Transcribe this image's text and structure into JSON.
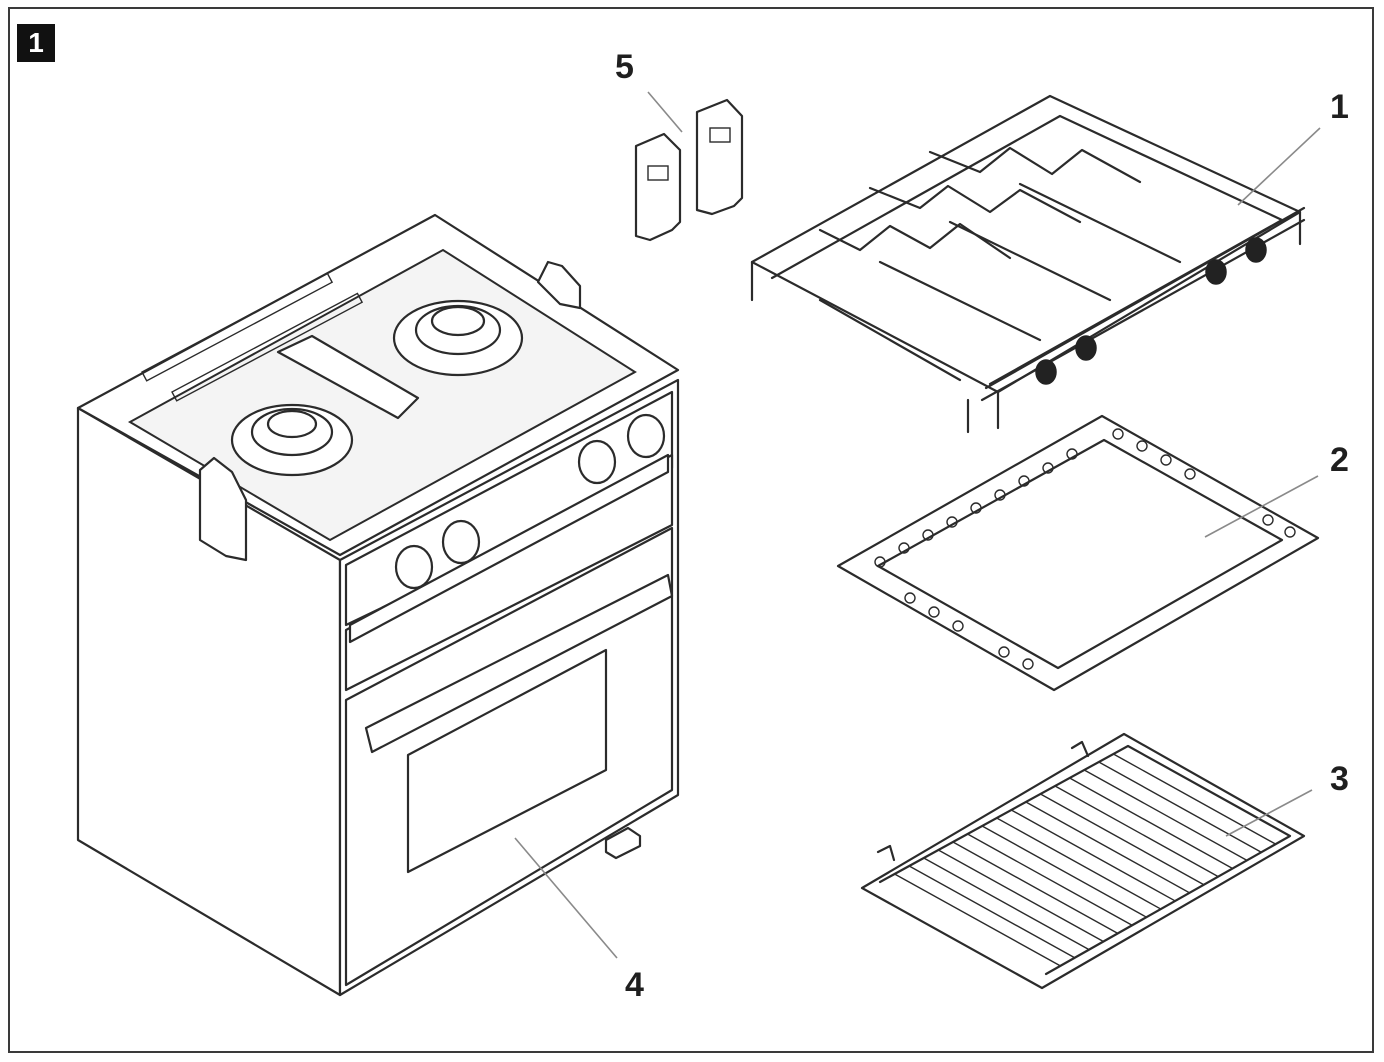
{
  "figure": {
    "number": "1"
  },
  "callouts": [
    {
      "id": "1",
      "label": "1",
      "part": "pot-holder-rail"
    },
    {
      "id": "2",
      "label": "2",
      "part": "drip-tray"
    },
    {
      "id": "3",
      "label": "3",
      "part": "oven-grid-shelf"
    },
    {
      "id": "4",
      "label": "4",
      "part": "oven-door"
    },
    {
      "id": "5",
      "label": "5",
      "part": "mounting-brackets"
    }
  ],
  "colors": {
    "line": "#2b2b2b",
    "leader": "#8a8a8a",
    "background": "#ffffff",
    "badge": "#111111"
  }
}
